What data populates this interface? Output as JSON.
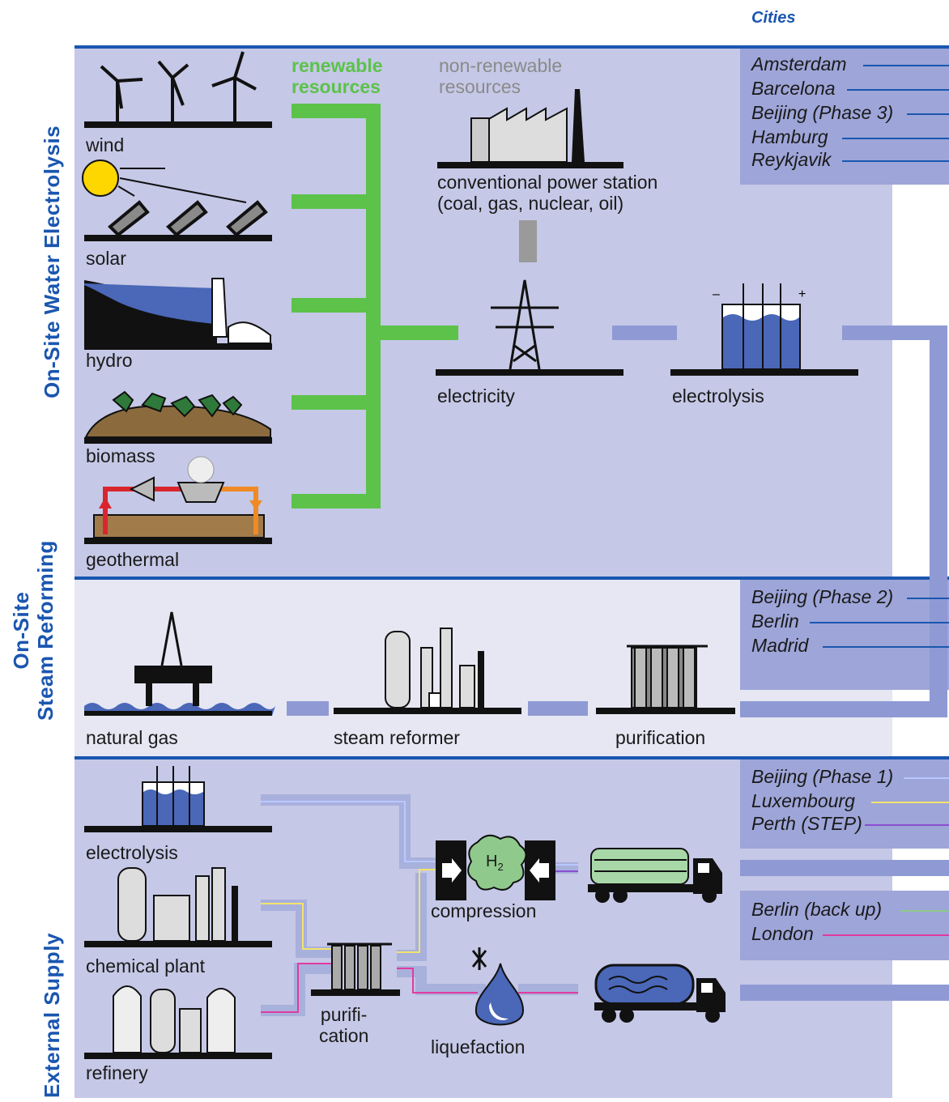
{
  "header": {
    "cities_label": "Cities"
  },
  "sections": {
    "electrolysis": {
      "title": "On-Site Water Electrolysis"
    },
    "reforming": {
      "title_line1": "On-Site",
      "title_line2": "Steam Reforming"
    },
    "external": {
      "title": "External Supply"
    }
  },
  "resources": {
    "renewable_label_1": "renewable",
    "renewable_label_2": "resources",
    "nonrenewable_label_1": "non-renewable",
    "nonrenewable_label_2": "resources",
    "items": {
      "wind": "wind",
      "solar": "solar",
      "hydro": "hydro",
      "biomass": "biomass",
      "geothermal": "geothermal"
    },
    "power_station_1": "conventional power station",
    "power_station_2": "(coal, gas, nuclear, oil)",
    "electricity": "electricity",
    "electrolysis": "electrolysis"
  },
  "reforming": {
    "natural_gas": "natural gas",
    "steam_reformer": "steam reformer",
    "purification": "purification"
  },
  "external": {
    "electrolysis": "electrolysis",
    "chemical_plant": "chemical plant",
    "refinery": "refinery",
    "purification_1": "purifi-",
    "purification_2": "cation",
    "compression": "compression",
    "liquefaction": "liquefaction",
    "h2": "H",
    "h2_sub": "2"
  },
  "cities": {
    "electrolysis": [
      "Amsterdam",
      "Barcelona",
      "Beijing (Phase 3)",
      "Hamburg",
      "Reykjavik"
    ],
    "reforming": [
      "Beijing (Phase 2)",
      "Berlin",
      "Madrid"
    ],
    "external_a": [
      "Beijing (Phase 1)",
      "Luxembourg",
      "Perth (STEP)"
    ],
    "external_b": [
      "Berlin (back up)",
      "London"
    ]
  },
  "colors": {
    "band_dark": "#c5c8e6",
    "band_light": "#e6e7f3",
    "blue_line": "#1a56b0",
    "green": "#5cc24a",
    "grey": "#9a9a9a",
    "pipe": "#8f9ad4",
    "city_box": "#9ea5d8"
  }
}
